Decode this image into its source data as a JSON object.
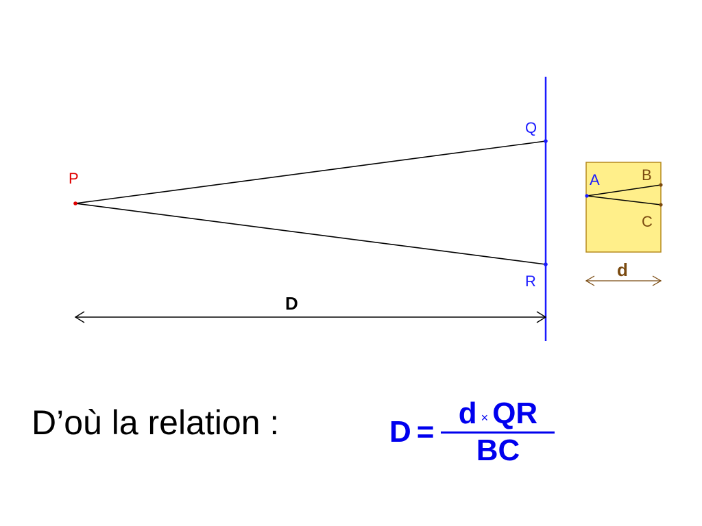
{
  "colors": {
    "blue": "#1a1aff",
    "red": "#e00000",
    "brown": "#7a4a10",
    "black": "#000000",
    "box_fill": "#ffef8a",
    "box_stroke": "#b58a1e",
    "formula": "#0000ee"
  },
  "diagram": {
    "labels": {
      "P": "P",
      "Q": "Q",
      "R": "R",
      "A": "A",
      "B": "B",
      "C": "C",
      "D": "D",
      "d": "d"
    }
  },
  "caption": {
    "text": "D’où la relation :"
  },
  "formula": {
    "lhs": "D",
    "equals": "=",
    "num_left": "d",
    "times": "×",
    "num_right": "QR",
    "denominator": "BC"
  }
}
